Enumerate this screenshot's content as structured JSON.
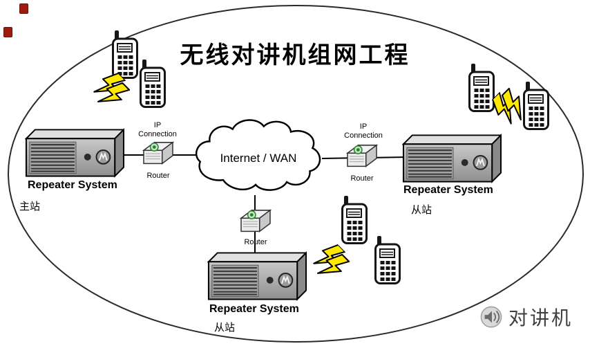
{
  "title": "无线对讲机组网工程",
  "cloud": {
    "label": "Internet / WAN"
  },
  "stations": {
    "left": {
      "name": "Repeater System",
      "role": "主站"
    },
    "right": {
      "name": "Repeater System",
      "role": "从站"
    },
    "bottom": {
      "name": "Repeater System",
      "role": "从站"
    }
  },
  "links": {
    "left": {
      "ip": "IP Connection",
      "router": "Router"
    },
    "right": {
      "ip": "IP Connection",
      "router": "Router"
    },
    "bottom": {
      "router": "Router"
    }
  },
  "brand": {
    "label": "对讲机"
  },
  "icons": {
    "radio": "walkie-talkie-icon",
    "bolt": "lightning-bolt-icon",
    "router": "router-icon",
    "repeater": "repeater-rack-icon",
    "speaker": "speaker-logo-icon"
  },
  "colors": {
    "bolt_yellow": "#ffe900",
    "outline": "#000000",
    "brand_gray": "#3f3f3f",
    "seal_red": "#9e1b10"
  }
}
